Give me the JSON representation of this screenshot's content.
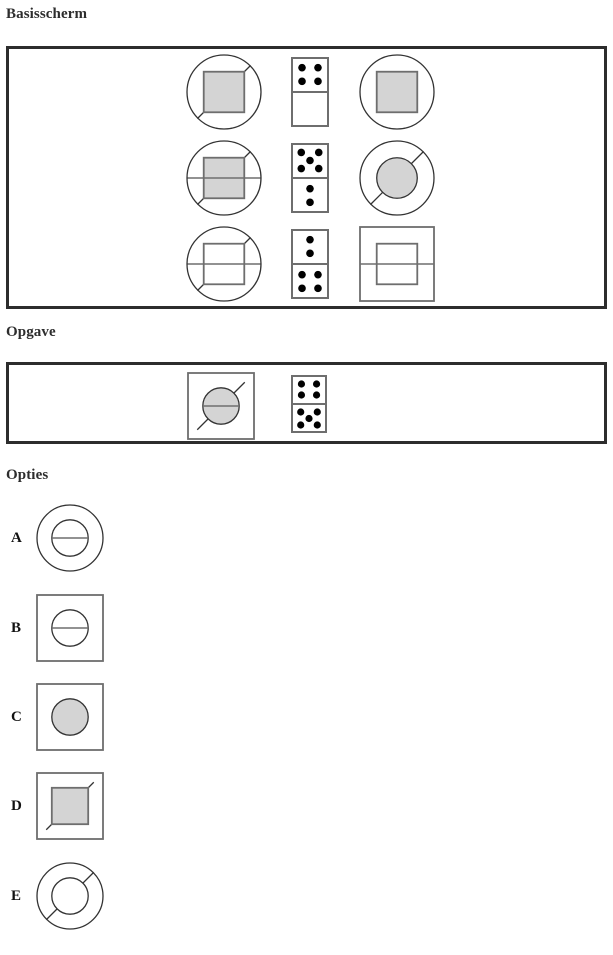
{
  "sections": {
    "base": {
      "title": "Basisscherm"
    },
    "task": {
      "title": "Opgave"
    },
    "options": {
      "title": "Opties"
    }
  },
  "colors": {
    "frame_border": "#2d2d2d",
    "shape_stroke": "#6e6e6e",
    "thin_stroke": "#333333",
    "fill_gray": "#d4d4d4",
    "fill_white": "#ffffff",
    "dot_color": "#000000",
    "text": "#2d2d2d",
    "background": "#ffffff"
  },
  "base_matrix": {
    "rows": [
      {
        "cells": [
          {
            "name": "circle-with-gray-square-diagonal",
            "shape": "circle",
            "inner": "square",
            "inner_fill": "gray",
            "diagonal": true,
            "horizontal_line": false
          },
          {
            "name": "domino-4-0",
            "shape": "domino",
            "top_pips": 4,
            "bottom_pips": 0
          },
          {
            "name": "circle-with-gray-square",
            "shape": "circle",
            "inner": "square",
            "inner_fill": "gray",
            "diagonal": false,
            "horizontal_line": false
          }
        ]
      },
      {
        "cells": [
          {
            "name": "circle-with-gray-square-diagonal-horizontal",
            "shape": "circle",
            "inner": "square",
            "inner_fill": "gray",
            "diagonal": true,
            "horizontal_line": true
          },
          {
            "name": "domino-5-2",
            "shape": "domino",
            "top_pips": 5,
            "bottom_pips": 2
          },
          {
            "name": "circle-with-gray-circle-diagonal",
            "shape": "circle",
            "inner": "circle",
            "inner_fill": "gray",
            "diagonal": true,
            "horizontal_line": false
          }
        ]
      },
      {
        "cells": [
          {
            "name": "circle-with-white-square-split-diagonal",
            "shape": "circle",
            "inner": "square",
            "inner_fill": "white",
            "diagonal": true,
            "horizontal_line": true
          },
          {
            "name": "domino-2-4",
            "shape": "domino",
            "top_pips": 2,
            "bottom_pips": 4
          },
          {
            "name": "square-with-white-square-split",
            "shape": "square",
            "inner": "square",
            "inner_fill": "white",
            "diagonal": false,
            "horizontal_line": true
          }
        ]
      }
    ]
  },
  "task_row": {
    "cells": [
      {
        "name": "square-with-gray-circle-split-diagonal",
        "shape": "square",
        "inner": "circle",
        "inner_fill": "gray",
        "diagonal": true,
        "horizontal_line": true
      },
      {
        "name": "domino-4-5",
        "shape": "domino",
        "top_pips": 4,
        "bottom_pips": 5
      }
    ]
  },
  "options": [
    {
      "label": "A",
      "name": "option-circle-with-circle-split",
      "shape": "circle",
      "inner": "circle",
      "inner_fill": "white",
      "diagonal": false,
      "horizontal_line": true
    },
    {
      "label": "B",
      "name": "option-square-with-circle-split",
      "shape": "square",
      "inner": "circle",
      "inner_fill": "white",
      "diagonal": false,
      "horizontal_line": true
    },
    {
      "label": "C",
      "name": "option-square-with-gray-circle",
      "shape": "square",
      "inner": "circle",
      "inner_fill": "gray",
      "diagonal": false,
      "horizontal_line": false
    },
    {
      "label": "D",
      "name": "option-square-with-gray-square-diagonal",
      "shape": "square",
      "inner": "square",
      "inner_fill": "gray",
      "diagonal": true,
      "horizontal_line": false
    },
    {
      "label": "E",
      "name": "option-circle-with-circle-diagonal",
      "shape": "circle",
      "inner": "circle",
      "inner_fill": "white",
      "diagonal": true,
      "horizontal_line": false
    }
  ]
}
